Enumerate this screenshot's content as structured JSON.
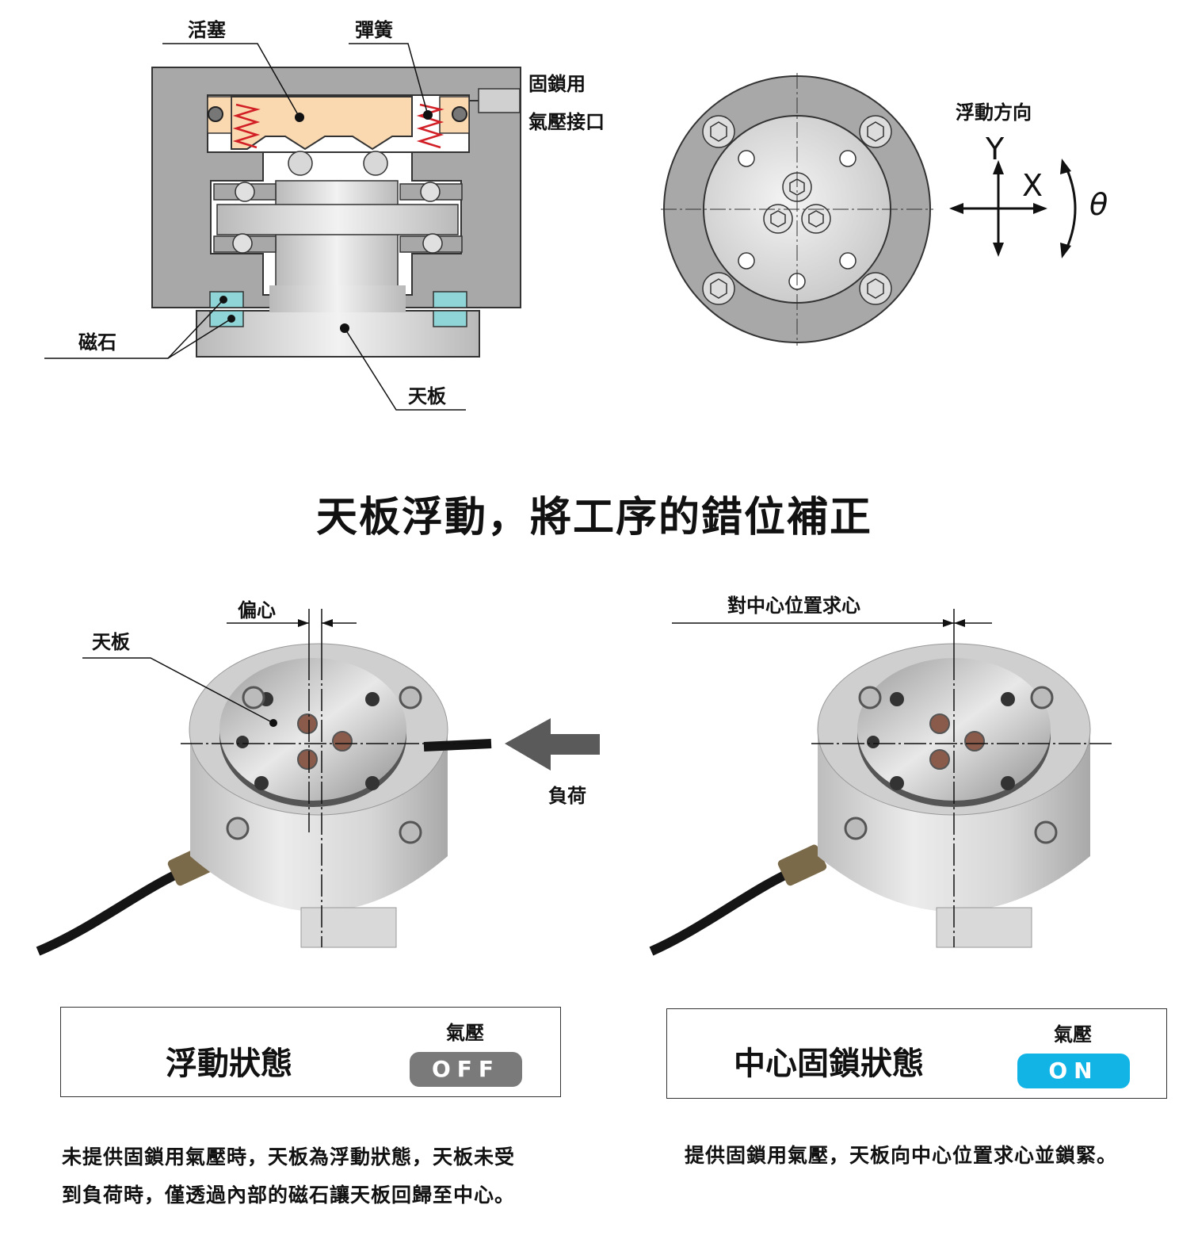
{
  "section_diagram": {
    "labels": {
      "piston": "活塞",
      "spring": "彈簧",
      "air_port_line1": "固鎖用",
      "air_port_line2": "氣壓接口",
      "magnet": "磁石",
      "top_plate": "天板"
    }
  },
  "direction": {
    "title": "浮動方向",
    "y": "Y",
    "x": "X",
    "theta": "θ"
  },
  "headline": "天板浮動，將工序的錯位補正",
  "left_photo": {
    "eccentric_label": "偏心",
    "top_plate_label": "天板",
    "load_label": "負荷"
  },
  "right_photo": {
    "centering_label": "對中心位置求心"
  },
  "states": {
    "floating": {
      "name": "浮動狀態",
      "air_label": "氣壓",
      "air_value": "OFF",
      "color": "#7a7a7a"
    },
    "locked": {
      "name": "中心固鎖狀態",
      "air_label": "氣壓",
      "air_value": "ON",
      "color": "#12b4e6"
    }
  },
  "descriptions": {
    "floating_line1": "未提供固鎖用氣壓時，天板為浮動狀態，天板未受",
    "floating_line2": "到負荷時，僅透過內部的磁石讓天板回歸至中心。",
    "locked": "提供固鎖用氣壓，天板向中心位置求心並鎖緊。"
  }
}
